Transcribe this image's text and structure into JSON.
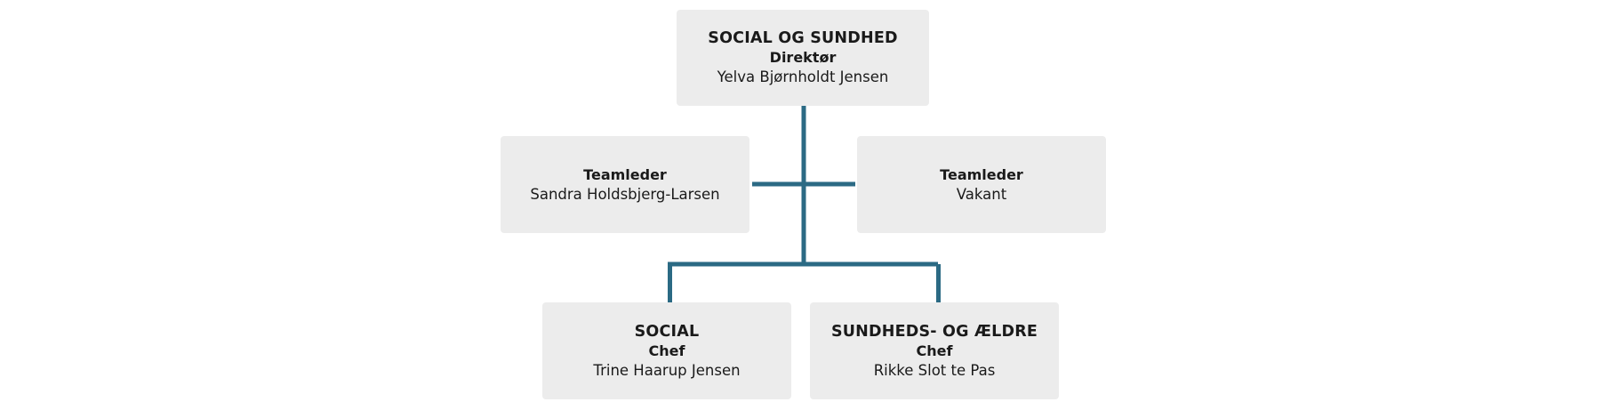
{
  "colors": {
    "connector": "#2b6a84",
    "box": "#ececec",
    "text": "#1a1a1a"
  },
  "director": {
    "unit": "SOCIAL OG SUNDHED",
    "role": "Direktør",
    "person": "Yelva Bjørnholdt Jensen"
  },
  "team_left": {
    "role": "Teamleder",
    "person": "Sandra Holdsbjerg-Larsen"
  },
  "team_right": {
    "role": "Teamleder",
    "person": "Vakant"
  },
  "social": {
    "unit": "SOCIAL",
    "role": "Chef",
    "person": "Trine Haarup Jensen"
  },
  "health": {
    "unit": "SUNDHEDS- OG ÆLDRE",
    "role": "Chef",
    "person": "Rikke Slot te Pas"
  }
}
